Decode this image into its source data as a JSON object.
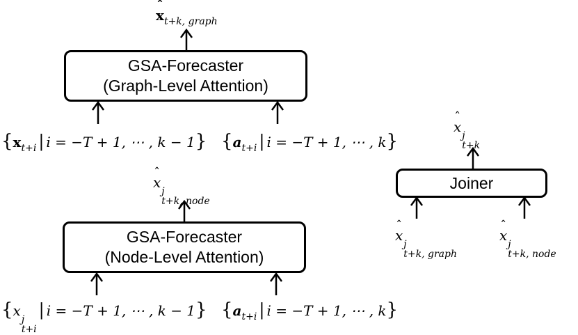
{
  "graph_forecaster": {
    "line1": "GSA-Forecaster",
    "line2": "(Graph-Level Attention)",
    "output": {
      "var": "x",
      "sub": "t+k, graph"
    },
    "input_left": {
      "var": "x",
      "sub": "t+i",
      "cond": "i = −T + 1, ⋯ , k − 1"
    },
    "input_right": {
      "var": "a",
      "sub": "t+i",
      "cond": "i = −T + 1, ⋯ , k"
    }
  },
  "node_forecaster": {
    "line1": "GSA-Forecaster",
    "line2": "(Node-Level Attention)",
    "output": {
      "var": "x",
      "sup": "j",
      "sub": "t+k, node"
    },
    "input_left": {
      "var": "x",
      "sup": "j",
      "sub": "t+i",
      "cond": "i = −T + 1, ⋯ , k − 1"
    },
    "input_right": {
      "var": "a",
      "sub": "t+i",
      "cond": "i = −T + 1, ⋯ , k"
    }
  },
  "joiner": {
    "label": "Joiner",
    "output": {
      "var": "x",
      "sup": "j",
      "sub": "t+k"
    },
    "input_left": {
      "var": "x",
      "sup": "j",
      "sub": "t+k, graph"
    },
    "input_right": {
      "var": "x",
      "sup": "j",
      "sub": "t+k, node"
    }
  }
}
